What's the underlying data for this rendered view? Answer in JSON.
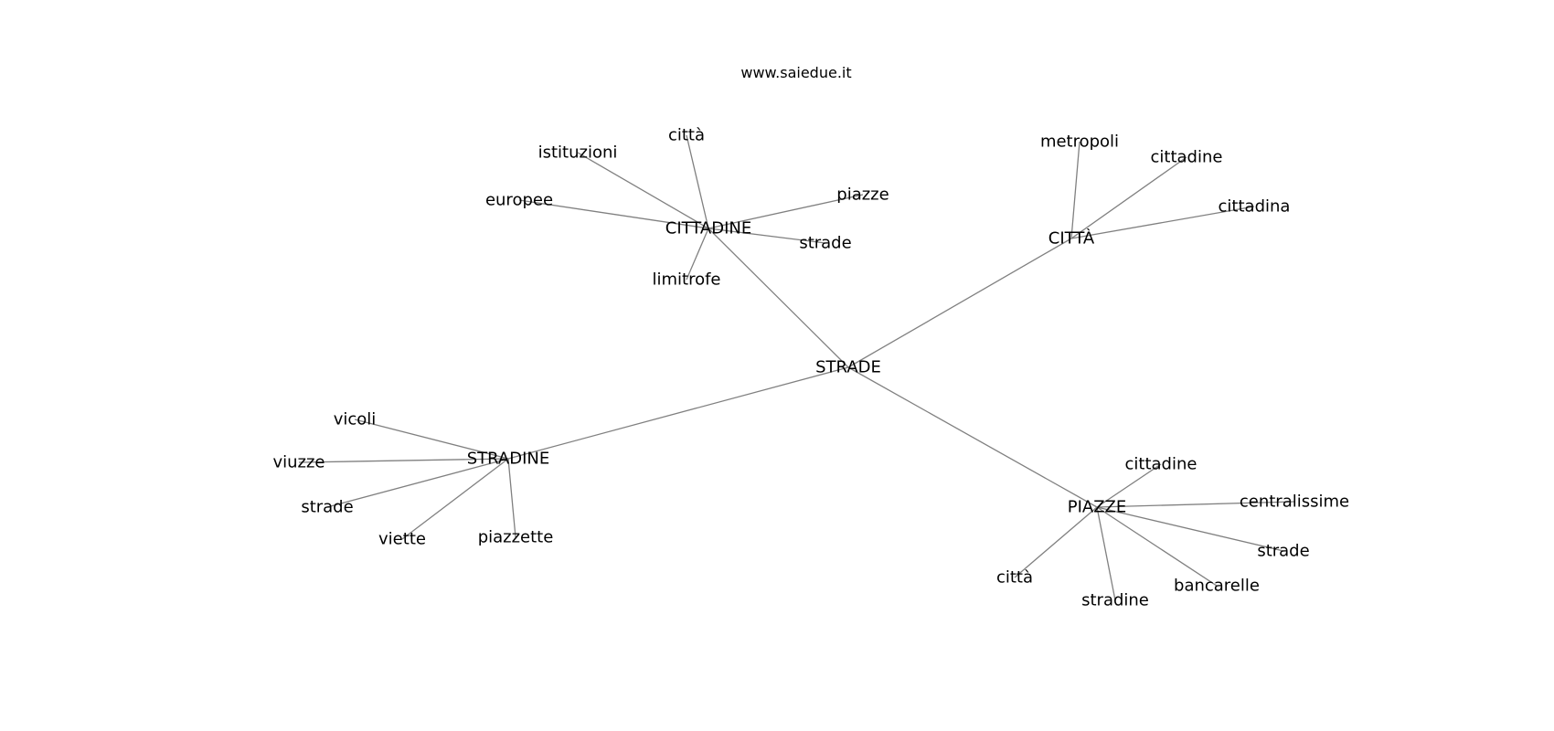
{
  "title": "www.saiedue.it",
  "graph": {
    "nodes": {
      "strade_center": {
        "label": "STRADE"
      },
      "cittadine_hub": {
        "label": "CITTADINE"
      },
      "citta_hub": {
        "label": "CITTÀ"
      },
      "stradine_hub": {
        "label": "STRADINE"
      },
      "piazze_hub": {
        "label": "PIAZZE"
      },
      "cittadine_citta": {
        "label": "città"
      },
      "cittadine_istituzioni": {
        "label": "istituzioni"
      },
      "cittadine_europee": {
        "label": "europee"
      },
      "cittadine_piazze": {
        "label": "piazze"
      },
      "cittadine_strade": {
        "label": "strade"
      },
      "cittadine_limitrofe": {
        "label": "limitrofe"
      },
      "citta_metropoli": {
        "label": "metropoli"
      },
      "citta_cittadine": {
        "label": "cittadine"
      },
      "citta_cittadina": {
        "label": "cittadina"
      },
      "stradine_vicoli": {
        "label": "vicoli"
      },
      "stradine_viuzze": {
        "label": "viuzze"
      },
      "stradine_strade": {
        "label": "strade"
      },
      "stradine_viette": {
        "label": "viette"
      },
      "stradine_piazzette": {
        "label": "piazzette"
      },
      "piazze_cittadine": {
        "label": "cittadine"
      },
      "piazze_centralissime": {
        "label": "centralissime"
      },
      "piazze_strade": {
        "label": "strade"
      },
      "piazze_bancarelle": {
        "label": "bancarelle"
      },
      "piazze_stradine": {
        "label": "stradine"
      },
      "piazze_citta": {
        "label": "città"
      }
    },
    "edges": [
      [
        "strade_center",
        "cittadine_hub"
      ],
      [
        "strade_center",
        "citta_hub"
      ],
      [
        "strade_center",
        "stradine_hub"
      ],
      [
        "strade_center",
        "piazze_hub"
      ],
      [
        "cittadine_hub",
        "cittadine_citta"
      ],
      [
        "cittadine_hub",
        "cittadine_istituzioni"
      ],
      [
        "cittadine_hub",
        "cittadine_europee"
      ],
      [
        "cittadine_hub",
        "cittadine_piazze"
      ],
      [
        "cittadine_hub",
        "cittadine_strade"
      ],
      [
        "cittadine_hub",
        "cittadine_limitrofe"
      ],
      [
        "citta_hub",
        "citta_metropoli"
      ],
      [
        "citta_hub",
        "citta_cittadine"
      ],
      [
        "citta_hub",
        "citta_cittadina"
      ],
      [
        "stradine_hub",
        "stradine_vicoli"
      ],
      [
        "stradine_hub",
        "stradine_viuzze"
      ],
      [
        "stradine_hub",
        "stradine_strade"
      ],
      [
        "stradine_hub",
        "stradine_viette"
      ],
      [
        "stradine_hub",
        "stradine_piazzette"
      ],
      [
        "piazze_hub",
        "piazze_cittadine"
      ],
      [
        "piazze_hub",
        "piazze_centralissime"
      ],
      [
        "piazze_hub",
        "piazze_strade"
      ],
      [
        "piazze_hub",
        "piazze_bancarelle"
      ],
      [
        "piazze_hub",
        "piazze_stradine"
      ],
      [
        "piazze_hub",
        "piazze_citta"
      ]
    ]
  },
  "colors": {
    "edge": "#808080",
    "text": "#000000",
    "background": "#ffffff"
  }
}
